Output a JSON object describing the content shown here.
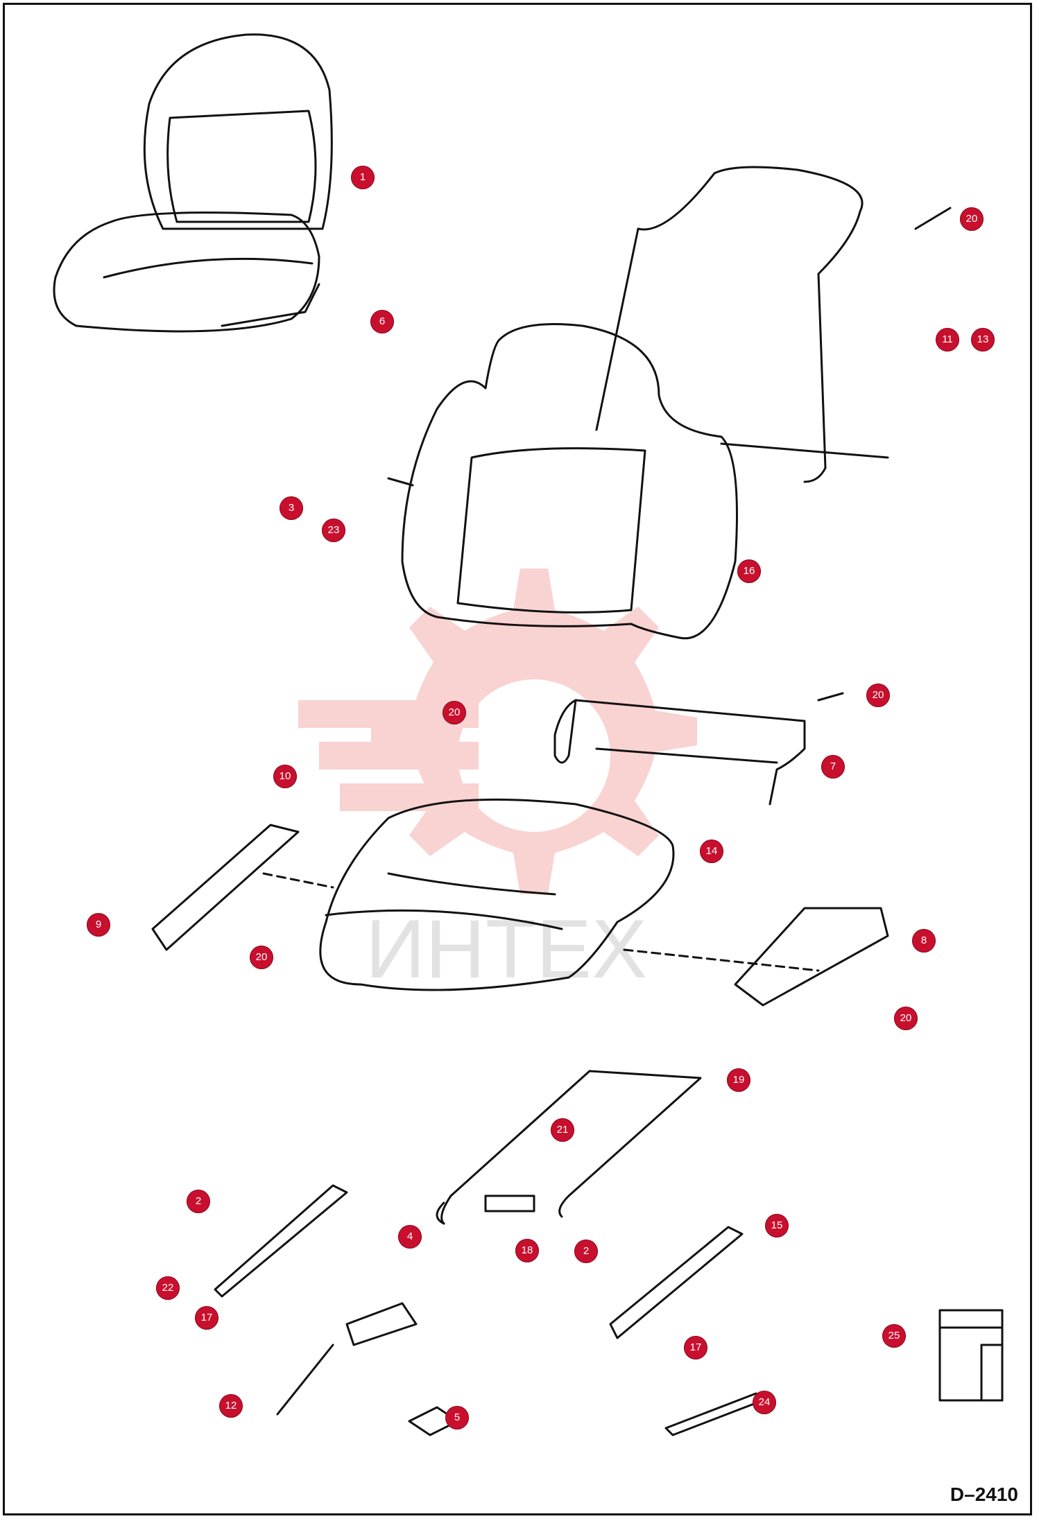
{
  "drawing_code": "D–2410",
  "watermark_text": "ИНТЕХ",
  "callouts": [
    "1",
    "20",
    "6",
    "11",
    "13",
    "3",
    "23",
    "16",
    "20",
    "20",
    "7",
    "10",
    "14",
    "9",
    "20",
    "8",
    "20",
    "19",
    "21",
    "2",
    "4",
    "18",
    "2",
    "15",
    "22",
    "17",
    "25",
    "17",
    "12",
    "5",
    "24"
  ],
  "colors": {
    "callout": "#c8102e",
    "line": "#111111",
    "watermark": "#f4a6a6"
  }
}
